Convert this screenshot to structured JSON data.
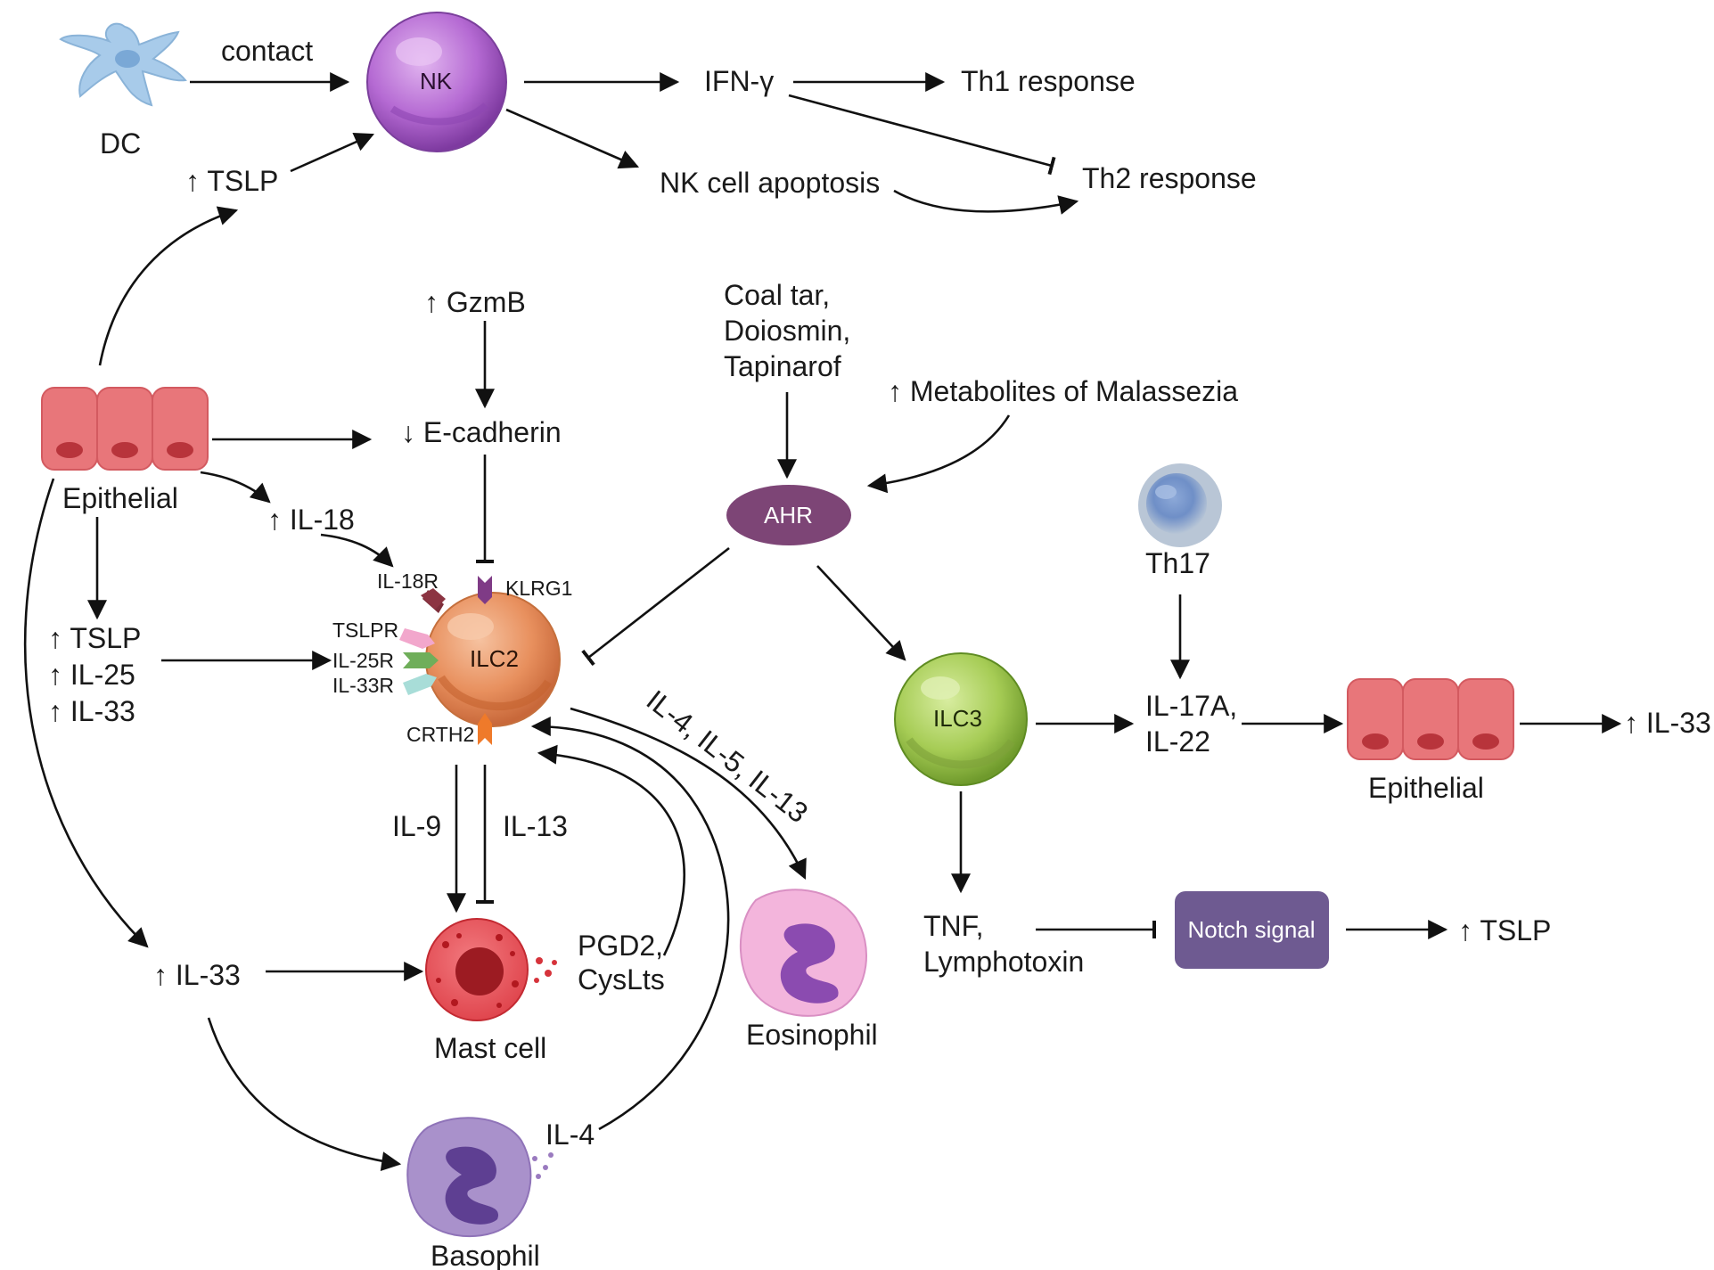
{
  "labels": {
    "contact": "contact",
    "dc": "DC",
    "nk": "NK",
    "ifng": "IFN-γ",
    "th1": "Th1 response",
    "th2": "Th2 response",
    "nk_apoptosis": "NK cell apoptosis",
    "tslp_top": "↑ TSLP",
    "gzmb": "↑ GzmB",
    "ecadherin": "↓ E-cadherin",
    "epithelial_left": "Epithelial",
    "il18": "↑ IL-18",
    "il18r": "IL-18R",
    "klrg1": "KLRG1",
    "tslpr": "TSLPR",
    "il25r": "IL-25R",
    "il33r": "IL-33R",
    "crth2": "CRTH2",
    "ilc2": "ILC2",
    "tslp_mid": "↑ TSLP",
    "il25_mid": "↑ IL-25",
    "il33_mid": "↑ IL-33",
    "coal_tar_1": "Coal tar,",
    "coal_tar_2": "Doiosmin,",
    "coal_tar_3": "Tapinarof",
    "malassezia": "↑ Metabolites of Malassezia",
    "ahr": "AHR",
    "th17": "Th17",
    "ilc3": "ILC3",
    "il17a": "IL-17A,",
    "il22": "IL-22",
    "epithelial_right": "Epithelial",
    "il33_right": "↑ IL-33",
    "il4_5_13": "IL-4, IL-5, IL-13",
    "il9": "IL-9",
    "il13": "IL-13",
    "pgd2": "PGD2,",
    "cyslts": "CysLts",
    "il33_bottom": "↑ IL-33",
    "mast_cell": "Mast cell",
    "eosinophil": "Eosinophil",
    "tnf": "TNF,",
    "lymphotoxin": "Lymphotoxin",
    "notch": "Notch signal",
    "tslp_right": "↑ TSLP",
    "il4": "IL-4",
    "basophil": "Basophil"
  },
  "colors": {
    "nk": "#9b4fbf",
    "dc": "#9cc3e4",
    "epithelial": "#e8767a",
    "ilc2": "#e88d5c",
    "ahr": "#7d4576",
    "th17": "#9fb4cc",
    "ilc3": "#9cc24f",
    "notch": "#6e5a91",
    "mast": "#d6333b",
    "eosinophil": "#f0a9d5",
    "basophil": "#a78ac8"
  }
}
